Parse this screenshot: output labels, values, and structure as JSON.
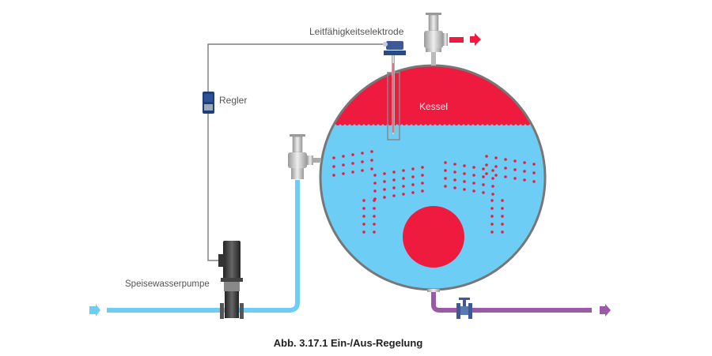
{
  "labels": {
    "electrode": "Leitfähigkeitselektrode",
    "controller": "Regler",
    "boiler": "Kessel",
    "pump": "Speisewasserpumpe"
  },
  "caption": "Abb. 3.17.1 Ein-/Aus-Regelung",
  "colors": {
    "steam": "#ee1b3e",
    "water": "#6ecdf4",
    "blowdown": "#9b5aa6",
    "shell": "#777777",
    "wire": "#666666"
  }
}
